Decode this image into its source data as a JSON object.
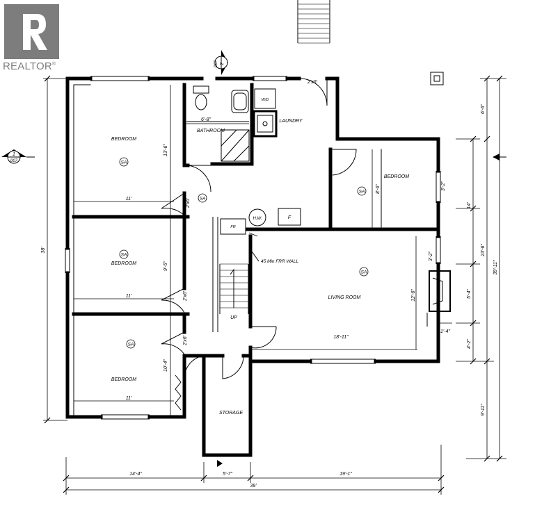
{
  "logo": {
    "wordmark": "REALTOR",
    "registered": "®",
    "letter": "R"
  },
  "rooms": {
    "bedroom_1": "BEDROOM",
    "bedroom_2": "BEDROOM",
    "bedroom_3": "BEDROOM",
    "bedroom_4": "BEDROOM",
    "bathroom": "BATHROOM",
    "laundry": "LAUNDRY",
    "living_room": "LIVING ROOM",
    "storage": "STORAGE"
  },
  "fixtures": {
    "washer_dryer": "W/D",
    "hot_water": "H.W.",
    "furnace": "F",
    "fridge": "FR",
    "stairs_up": "UP",
    "frr_wall": "45 Min FRR WALL"
  },
  "smoke_alarm": "SA",
  "section_markers": {
    "left": {
      "num": "1",
      "sheet": "007"
    },
    "top": {
      "num": "2",
      "sheet": "007"
    }
  },
  "dimensions": {
    "bath_width": "6'-8\"",
    "bed1_width": "11'",
    "bed1_depth": "13'-6\"",
    "bed2_width": "11'",
    "bed2_depth": "9'-5\"",
    "bed3_width": "11'",
    "bed3_depth": "10'-4\"",
    "bed4_depth": "8'-6\"",
    "living_width": "18'-11\"",
    "living_depth": "12'-6\"",
    "door_1": "2'x6'",
    "door_2": "2'x6'",
    "door_3": "2'x6'",
    "door_4": "2'x6'",
    "window_right_1": "3'-2\"",
    "window_right_2": "3'-2\"",
    "fireplace_depth": "1'-4\"",
    "fireplace_width": "5'-4\"",
    "right_14": "14'",
    "right_4_2": "4'-2\"",
    "right_6_6": "6'-6\"",
    "right_23_6": "23'-6\"",
    "right_9_11": "9'-11\"",
    "right_total": "39'-11\"",
    "left_total": "38'",
    "bottom_14_4": "14'-4\"",
    "bottom_5_7": "5'-7\"",
    "bottom_19_1": "19'-1\"",
    "bottom_total": "39'"
  }
}
